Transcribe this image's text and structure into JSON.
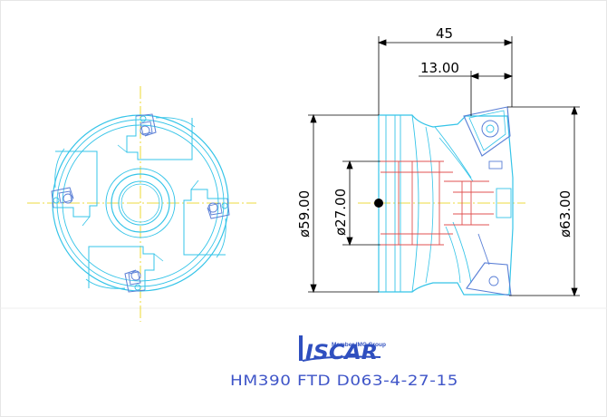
{
  "dimensions": {
    "overall_length": "45",
    "insert_offset": "13.00",
    "body_diameter": "ø59.00",
    "bore_diameter": "ø27.00",
    "cutting_diameter": "ø63.00"
  },
  "logo": {
    "tagline": "Member IMC Group",
    "wordmark": "ISCAR"
  },
  "title": "HM390 FTD D063-4-27-15",
  "colors": {
    "outline": "#35c4e8",
    "detail": "#5a7fd6",
    "centerline": "#e8d000",
    "hidden": "#e05050",
    "dimension": "#000000",
    "title": "#3f55c8"
  }
}
